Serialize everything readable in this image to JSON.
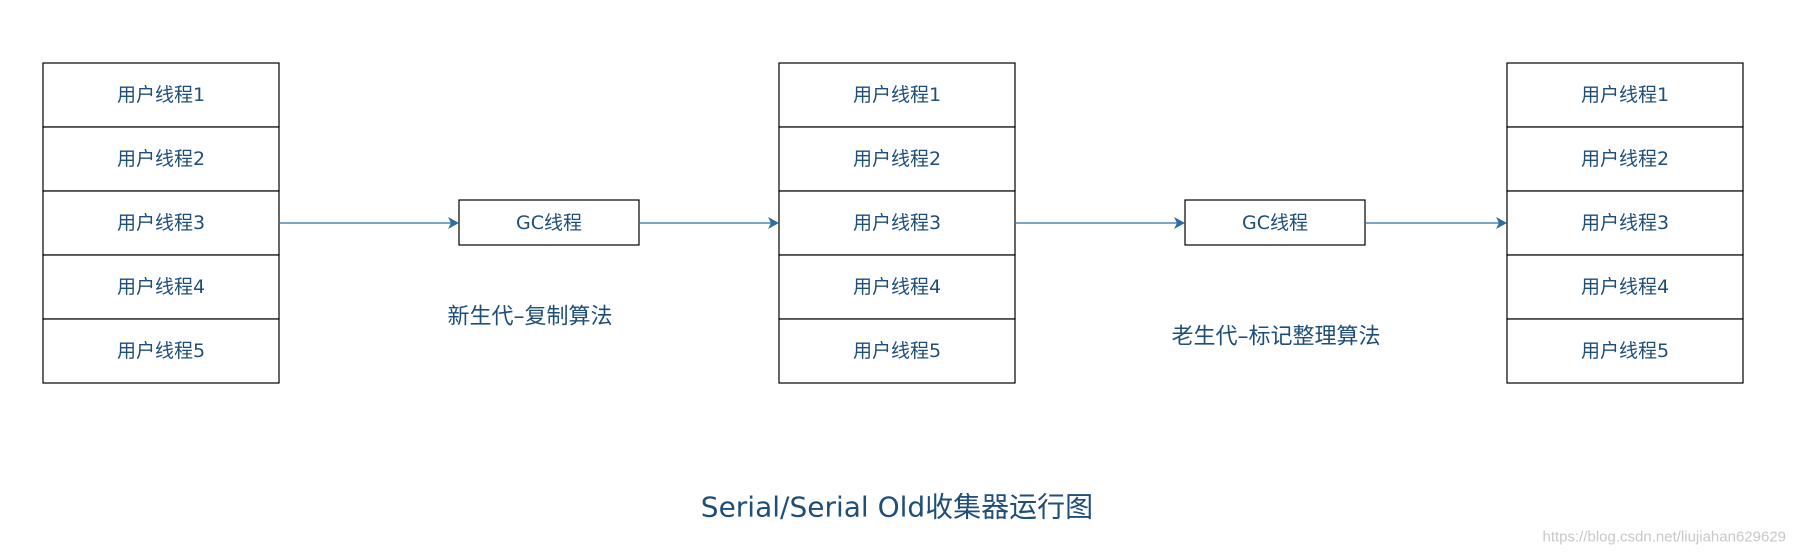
{
  "stacks": [
    {
      "threads": [
        "用户线程1",
        "用户线程2",
        "用户线程3",
        "用户线程4",
        "用户线程5"
      ]
    },
    {
      "threads": [
        "用户线程1",
        "用户线程2",
        "用户线程3",
        "用户线程4",
        "用户线程5"
      ]
    },
    {
      "threads": [
        "用户线程1",
        "用户线程2",
        "用户线程3",
        "用户线程4",
        "用户线程5"
      ]
    }
  ],
  "gc_boxes": [
    {
      "label": "GC线程",
      "caption": "新生代–复制算法"
    },
    {
      "label": "GC线程",
      "caption": "老生代–标记整理算法"
    }
  ],
  "title": "Serial/Serial Old收集器运行图",
  "watermark": "https://blog.csdn.net/liujiahan629629",
  "colors": {
    "text": "#1f4e79",
    "arrow": "#2e6da4",
    "border": "#000000"
  }
}
